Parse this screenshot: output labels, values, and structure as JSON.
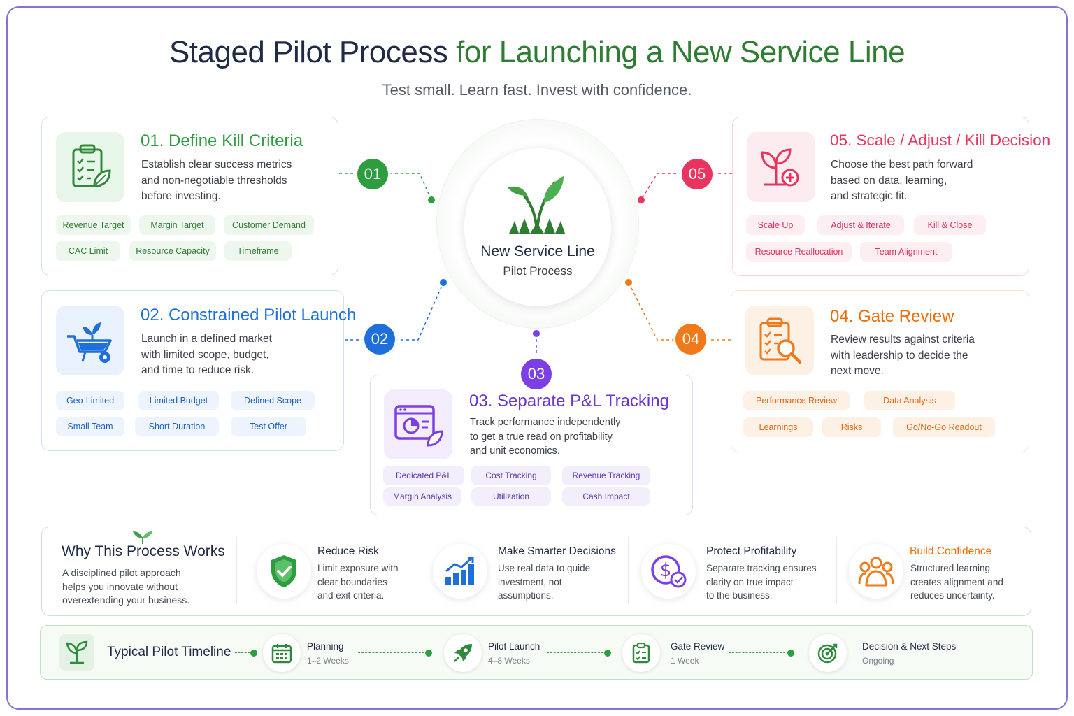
{
  "title": {
    "part1": "Staged Pilot Process",
    "part2": "for Launching a New Service Line"
  },
  "subtitle": "Test small. Learn fast. Invest with confidence.",
  "center": {
    "title": "New Service Line",
    "subtitle": "Pilot Process",
    "icon": "sprout-icon"
  },
  "steps": [
    {
      "num": "01",
      "title": "01.  Define Kill Criteria",
      "desc": "Establish clear success metrics\nand non-negotiable thresholds\nbefore investing.",
      "icon": "clipboard-leaf-icon",
      "color": "#2e9d3f",
      "tags": [
        "Revenue Target",
        "Margin Target",
        "Customer Demand",
        "CAC Limit",
        "Resource Capacity",
        "Timeframe"
      ]
    },
    {
      "num": "02",
      "title": "02.  Constrained Pilot Launch",
      "desc": "Launch in a defined market\nwith limited scope, budget,\nand time to reduce risk.",
      "icon": "wheelbarrow-sprout-icon",
      "color": "#1e6fd9",
      "tags": [
        "Geo-Limited",
        "Limited Budget",
        "Defined Scope",
        "Small Team",
        "Short Duration",
        "Test Offer"
      ]
    },
    {
      "num": "03",
      "title": "03.  Separate P&L Tracking",
      "desc": "Track performance independently\nto get a true read on profitability\nand unit economics.",
      "icon": "pie-chart-window-icon",
      "color": "#7b3fe4",
      "tags": [
        "Dedicated P&L",
        "Cost Tracking",
        "Revenue Tracking",
        "Margin Analysis",
        "Utilization",
        "Cash Impact"
      ]
    },
    {
      "num": "04",
      "title": "04.  Gate Review",
      "desc": "Review results against criteria\nwith leadership to decide the\nnext move.",
      "icon": "clipboard-magnifier-icon",
      "color": "#f07a1a",
      "tags": [
        "Performance Review",
        "Data Analysis",
        "Learnings",
        "Risks",
        "Go/No-Go Readout"
      ]
    },
    {
      "num": "05",
      "title": "05. Scale / Adjust / Kill Decision",
      "desc": "Choose the best path forward\nbased on data, learning,\nand strategic fit.",
      "icon": "plant-plus-icon",
      "color": "#e8345f",
      "tags": [
        "Scale Up",
        "Adjust & Iterate",
        "Kill & Close",
        "Resource Reallocation",
        "Team Alignment"
      ]
    }
  ],
  "why": {
    "title": "Why This Process Works",
    "desc": "A disciplined pilot approach\nhelps you innovate without\noverextending your business.",
    "items": [
      {
        "title": "Reduce Risk",
        "desc": "Limit exposure with\nclear boundaries\nand exit criteria.",
        "icon": "shield-check-icon"
      },
      {
        "title": "Make Smarter Decisions",
        "desc": "Use real data to guide\ninvestment, not\nassumptions.",
        "icon": "bar-chart-icon"
      },
      {
        "title": "Protect Profitability",
        "desc": "Separate tracking ensures\nclarity on true impact\nto the business.",
        "icon": "dollar-check-icon"
      },
      {
        "title": "Build Confidence",
        "desc": "Structured learning\ncreates alignment and\nreduces uncertainty.",
        "icon": "team-icon"
      }
    ]
  },
  "timeline": {
    "title": "Typical Pilot Timeline",
    "stages": [
      {
        "label": "Planning",
        "duration": "1–2 Weeks",
        "icon": "calendar-icon"
      },
      {
        "label": "Pilot Launch",
        "duration": "4–8 Weeks",
        "icon": "rocket-icon"
      },
      {
        "label": "Gate Review",
        "duration": "1 Week",
        "icon": "checklist-icon"
      },
      {
        "label": "Decision & Next Steps",
        "duration": "Ongoing",
        "icon": "target-icon"
      }
    ]
  }
}
